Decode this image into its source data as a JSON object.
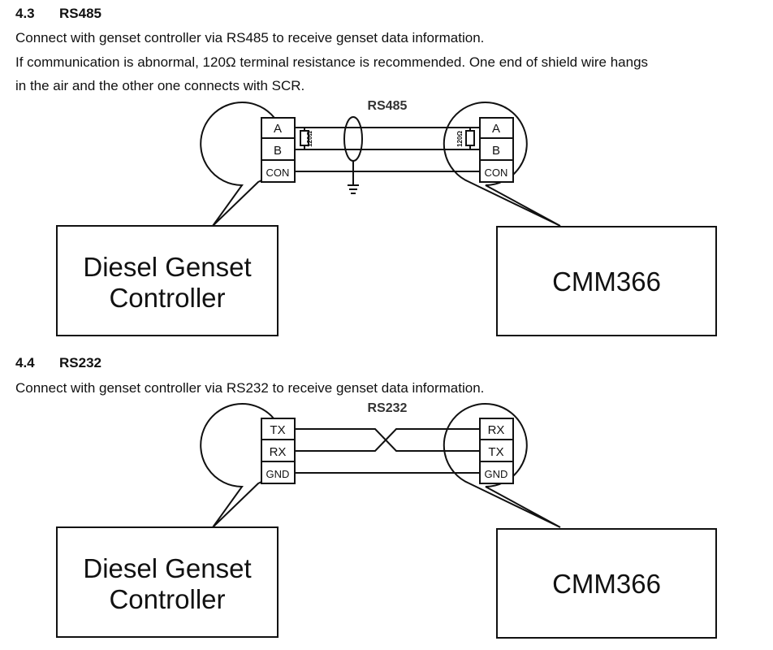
{
  "section_43": {
    "number": "4.3",
    "title": "RS485",
    "line1": "Connect with genset controller via RS485 to receive genset data information.",
    "line2": "If communication is abnormal, 120Ω terminal resistance is recommended. One end of shield wire hangs",
    "line3": "in the air and the other one connects with SCR."
  },
  "diagram_rs485": {
    "bus_label": "RS485",
    "left_box": {
      "line1": "Diesel Genset",
      "line2": "Controller"
    },
    "right_box": {
      "label": "CMM366"
    },
    "left_pins": [
      "A",
      "B",
      "CON"
    ],
    "right_pins": [
      "A",
      "B",
      "CON"
    ],
    "resistor_label": "120Ω"
  },
  "section_44": {
    "number": "4.4",
    "title": "RS232",
    "line1": "Connect with genset controller via RS232 to receive genset data information."
  },
  "diagram_rs232": {
    "bus_label": "RS232",
    "left_box": {
      "line1": "Diesel Genset",
      "line2": "Controller"
    },
    "right_box": {
      "label": "CMM366"
    },
    "left_pins": [
      "TX",
      "RX",
      "GND"
    ],
    "right_pins": [
      "RX",
      "TX",
      "GND"
    ]
  }
}
